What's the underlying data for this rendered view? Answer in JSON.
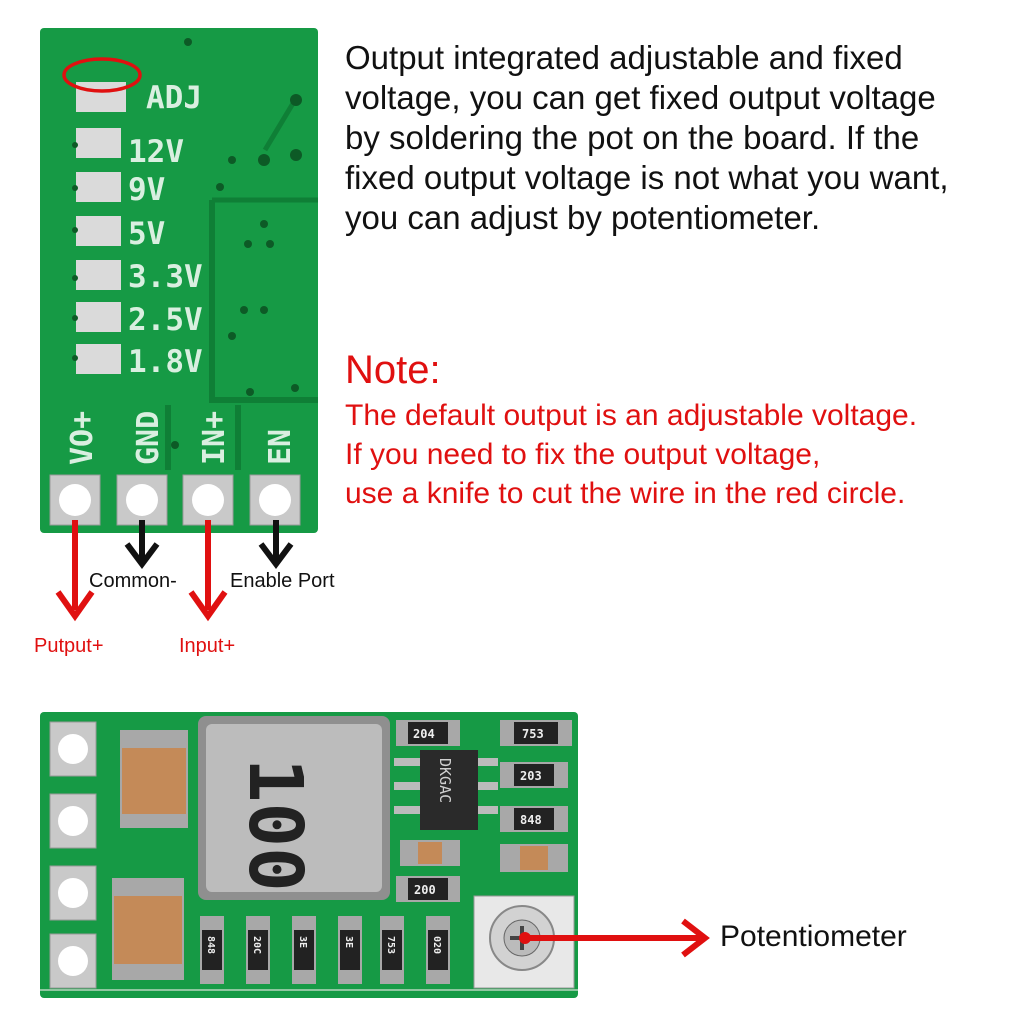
{
  "top_board": {
    "voltage_options": [
      "ADJ",
      "12V",
      "9V",
      "5V",
      "3.3V",
      "2.5V",
      "1.8V"
    ],
    "pins": [
      "VO+",
      "GND",
      "IN+",
      "EN"
    ]
  },
  "description": "Output integrated adjustable and fixed\nvoltage, you can get fixed output voltage\nby soldering the pot on the board. If the\nfixed output voltage is not what you want,\nyou can adjust by potentiometer.",
  "note": {
    "title": "Note:",
    "body": "The default output is an adjustable voltage.\nIf you need to fix the output voltage,\nuse a knife to cut the wire in the red circle."
  },
  "pin_labels": {
    "output": "Putput+",
    "common": "Common-",
    "input": "Input+",
    "enable": "Enable Port"
  },
  "bottom_board": {
    "inductor_marking": "100",
    "ic_marking": "DKGAC",
    "resistor_markings": [
      "204",
      "753",
      "203",
      "848",
      "200",
      "848",
      "20C",
      "3E",
      "3E",
      "753",
      "020"
    ],
    "potentiometer_label": "Potentiometer"
  },
  "colors": {
    "pcb_green": "#169a45",
    "silkscreen": "#d9efe0",
    "annotation_red": "#e01010",
    "text_black": "#111111"
  }
}
